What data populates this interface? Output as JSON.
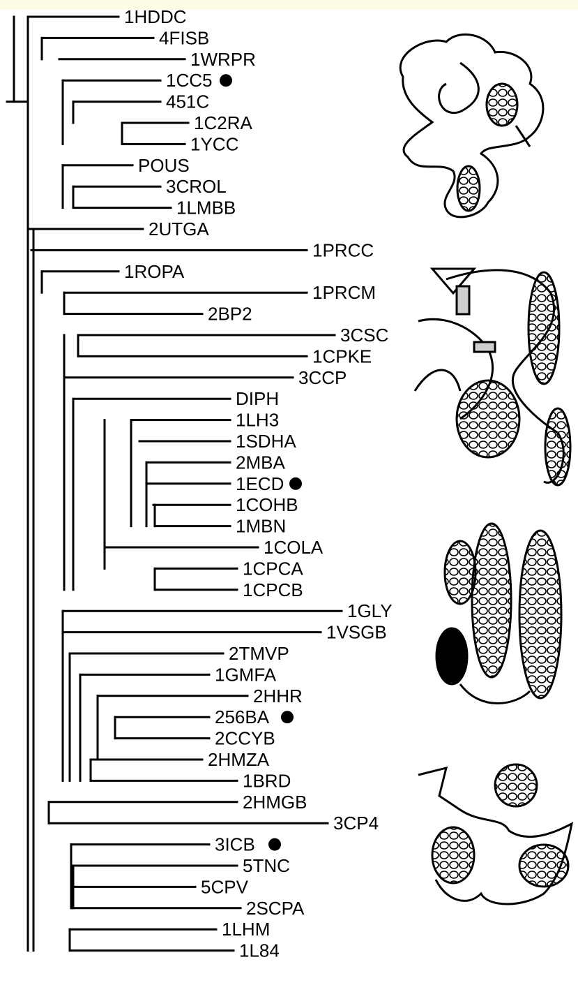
{
  "figure": {
    "leaves": [
      {
        "label": "1HDDC"
      },
      {
        "label": "4FISB"
      },
      {
        "label": "1WRPR"
      },
      {
        "label": "1CC5",
        "marked": true
      },
      {
        "label": "451C"
      },
      {
        "label": "1C2RA"
      },
      {
        "label": "1YCC"
      },
      {
        "label": "POUS"
      },
      {
        "label": "3CROL"
      },
      {
        "label": "1LMBB"
      },
      {
        "label": "2UTGA"
      },
      {
        "label": "1PRCC"
      },
      {
        "label": "1ROPA"
      },
      {
        "label": "1PRCM"
      },
      {
        "label": "2BP2"
      },
      {
        "label": "3CSC"
      },
      {
        "label": "1CPKE"
      },
      {
        "label": "3CCP"
      },
      {
        "label": "DIPH"
      },
      {
        "label": "1LH3"
      },
      {
        "label": "1SDHA"
      },
      {
        "label": "2MBA"
      },
      {
        "label": "1ECD",
        "marked": true
      },
      {
        "label": "1COHB"
      },
      {
        "label": "1MBN"
      },
      {
        "label": "1COLA"
      },
      {
        "label": "1CPCA"
      },
      {
        "label": "1CPCB"
      },
      {
        "label": "1GLY"
      },
      {
        "label": "1VSGB"
      },
      {
        "label": "2TMVP"
      },
      {
        "label": "1GMFA"
      },
      {
        "label": "2HHR"
      },
      {
        "label": "256BA",
        "marked": true
      },
      {
        "label": "2CCYB"
      },
      {
        "label": "2HMZA"
      },
      {
        "label": "1BRD"
      },
      {
        "label": "2HMGB"
      },
      {
        "label": "3CP4"
      },
      {
        "label": "3ICB",
        "marked": true
      },
      {
        "label": "5TNC"
      },
      {
        "label": "5CPV"
      },
      {
        "label": "2SCPA"
      },
      {
        "label": "1LHM"
      },
      {
        "label": "1L84"
      }
    ],
    "structure_images": [
      {
        "name": "cytochrome-fold-ribbon"
      },
      {
        "name": "multi-helix-fold-ribbon"
      },
      {
        "name": "four-helix-bundle-ribbon"
      },
      {
        "name": "ef-hand-fold-ribbon"
      }
    ]
  }
}
